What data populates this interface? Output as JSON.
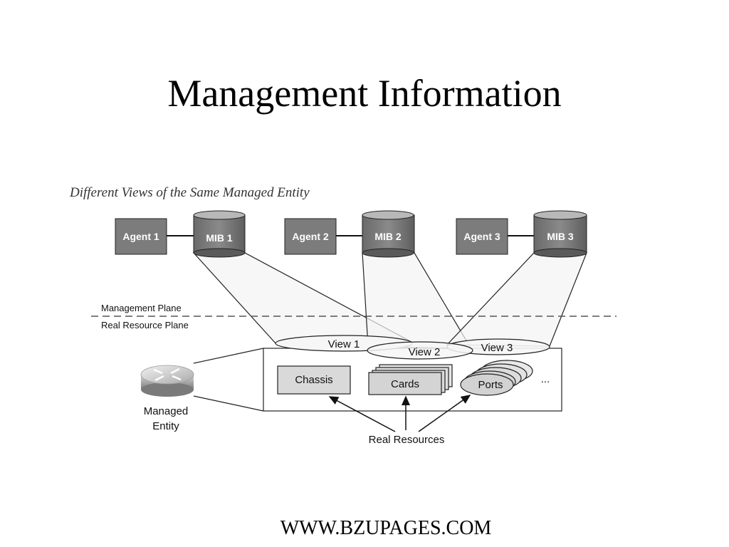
{
  "slide": {
    "title": "Management Information",
    "footer": "WWW.BZUPAGES.COM"
  },
  "diagram": {
    "caption": "Different Views of the Same Managed Entity",
    "agents": [
      {
        "agent": "Agent 1",
        "mib": "MIB 1"
      },
      {
        "agent": "Agent 2",
        "mib": "MIB 2"
      },
      {
        "agent": "Agent 3",
        "mib": "MIB 3"
      }
    ],
    "planes": {
      "management": "Management Plane",
      "real_resource": "Real Resource Plane"
    },
    "views": [
      "View 1",
      "View 2",
      "View 3"
    ],
    "resources": {
      "chassis": "Chassis",
      "cards": "Cards",
      "ports": "Ports",
      "more": "..."
    },
    "managed_entity": [
      "Managed",
      "Entity"
    ],
    "real_resources_label": "Real Resources"
  }
}
